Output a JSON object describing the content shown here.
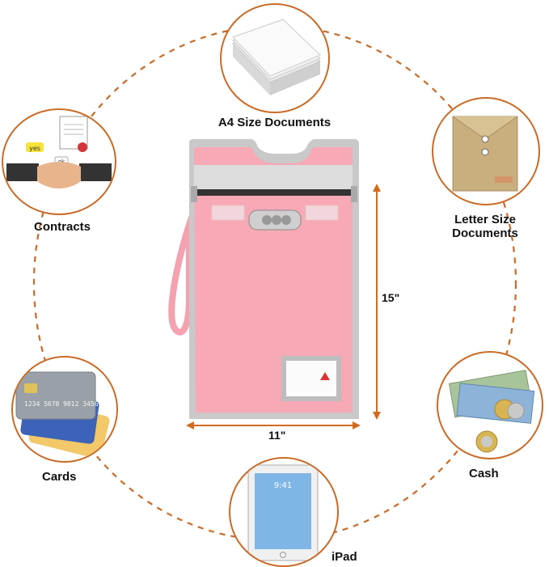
{
  "items": {
    "a4": "A4 Size Documents",
    "contracts": "Contracts",
    "letter_line1": "Letter Size",
    "letter_line2": "Documents",
    "cards": "Cards",
    "cash": "Cash",
    "ipad": "iPad"
  },
  "dimensions": {
    "height": "15\"",
    "width": "11\""
  },
  "artwork": {
    "contract_bubble_yes": "yes",
    "contract_bubble_ok": "ok",
    "card_number": "1234 5678 9012 3456",
    "tablet_time": "9:41"
  },
  "colors": {
    "accent": "#c96a26",
    "bag_pink": "#f7a9b5",
    "bag_trim": "#c7c7c7"
  }
}
